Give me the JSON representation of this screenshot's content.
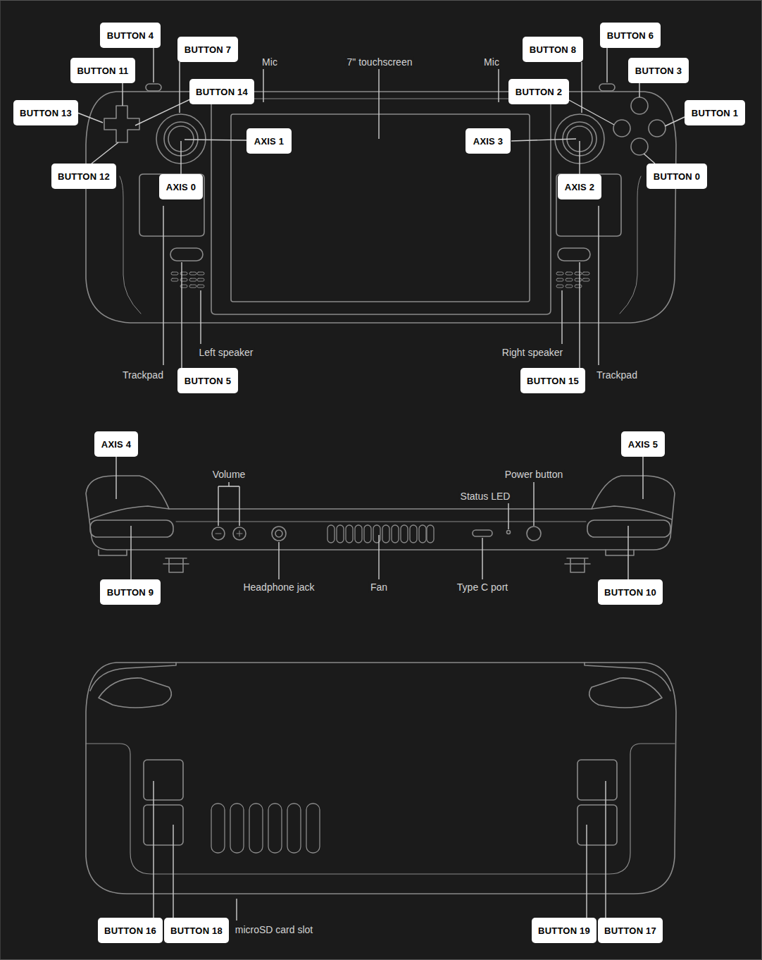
{
  "diagram": {
    "nodes": [
      {
        "text": [
          "BUTTON 4"
        ]
      },
      {
        "text": [
          "BUTTON 6"
        ]
      },
      {
        "text": [
          "BUTTON 7"
        ]
      },
      {
        "text": [
          "BUTTON 8"
        ]
      },
      {
        "text": [
          "BUTTON 11"
        ]
      },
      {
        "text": [
          "BUTTON 3"
        ]
      },
      {
        "text": [
          "BUTTON 14"
        ]
      },
      {
        "text": [
          "BUTTON 2"
        ]
      },
      {
        "text": [
          "BUTTON 13"
        ]
      },
      {
        "text": [
          "BUTTON 1"
        ]
      },
      {
        "text": [
          "AXIS 1"
        ]
      },
      {
        "text": [
          "AXIS 3"
        ]
      },
      {
        "text": [
          "BUTTON 12"
        ]
      },
      {
        "text": [
          "BUTTON 0"
        ]
      },
      {
        "text": [
          "AXIS 0"
        ]
      },
      {
        "text": [
          "AXIS 2"
        ]
      },
      {
        "text": [
          "BUTTON 5"
        ]
      },
      {
        "text": [
          "BUTTON 15"
        ]
      },
      {
        "text": [
          "AXIS 4"
        ]
      },
      {
        "text": [
          "AXIS 5"
        ]
      },
      {
        "text": [
          "BUTTON 9"
        ]
      },
      {
        "text": [
          "BUTTON 10"
        ]
      },
      {
        "text": [
          "BUTTON 16"
        ]
      },
      {
        "text": [
          "BUTTON 18"
        ]
      },
      {
        "text": [
          "BUTTON 19"
        ]
      },
      {
        "text": [
          "BUTTON 17"
        ]
      }
    ],
    "labels": [
      "Mic",
      "7\" touchscreen",
      "Mic",
      "Left speaker",
      "Right speaker",
      "Trackpad",
      "Trackpad",
      "Volume",
      "Power button",
      "Status LED",
      "Headphone jack",
      "Fan",
      "Type C port",
      "microSD card slot"
    ]
  }
}
